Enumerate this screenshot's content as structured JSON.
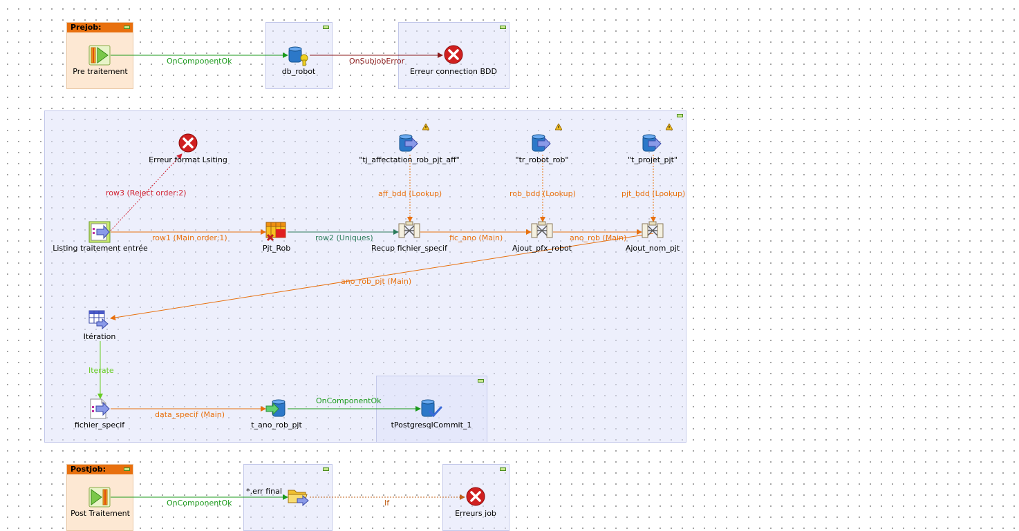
{
  "colors": {
    "main": "#e8700e",
    "ok": "#1a9a1a",
    "error": "#8b1a1a",
    "reject": "#d02030",
    "lookup": "#e8700e",
    "iterate": "#66cc22",
    "uniques": "#2a7a5a",
    "subjob_bg": "#dee2fa",
    "header_bg": "#e8700e"
  },
  "subjobs": {
    "prejob": {
      "title": "Prejob:"
    },
    "postjob": {
      "title": "Postjob:"
    }
  },
  "components": {
    "pre_traitement": {
      "label": "Pre traitement",
      "icon": "prejob-start-icon"
    },
    "db_robot": {
      "label": "db_robot",
      "icon": "db-connection-icon"
    },
    "erreur_connection_bdd": {
      "label": "Erreur connection BDD",
      "icon": "die-error-icon"
    },
    "erreur_format": {
      "label": "Erreur format Lsiting",
      "icon": "die-error-icon"
    },
    "tj_affectation": {
      "label": "\"tj_affectation_rob_pjt_aff\"",
      "icon": "db-input-icon"
    },
    "tr_robot": {
      "label": "\"tr_robot_rob\"",
      "icon": "db-input-icon"
    },
    "t_projet": {
      "label": "\"t_projet_pjt\"",
      "icon": "db-input-icon"
    },
    "listing": {
      "label": "Listing traitement entrée",
      "icon": "file-input-icon"
    },
    "pjt_rob": {
      "label": "Pjt_Rob",
      "icon": "unique-rows-icon"
    },
    "recup": {
      "label": "Recup fichier_specif",
      "icon": "tmap-icon"
    },
    "ajout_pfx": {
      "label": "Ajout_pfx_robot",
      "icon": "tmap-icon"
    },
    "ajout_nom": {
      "label": "Ajout_nom_pjt",
      "icon": "tmap-icon"
    },
    "iteration": {
      "label": "Itération",
      "icon": "flow-to-iterate-icon"
    },
    "fichier_specif": {
      "label": "fichier_specif",
      "icon": "file-input-icon"
    },
    "t_ano": {
      "label": "t_ano_rob_pjt",
      "icon": "db-output-icon"
    },
    "tpostgres": {
      "label": "tPostgresqlCommit_1",
      "icon": "db-commit-icon"
    },
    "post_traitement": {
      "label": "Post Traitement",
      "icon": "postjob-end-icon"
    },
    "file_list": {
      "label": "*.err final",
      "icon": "file-list-icon"
    },
    "erreurs_job": {
      "label": "Erreurs job",
      "icon": "die-error-icon"
    }
  },
  "connections": {
    "c1": "OnComponentOk",
    "c2": "OnSubjobError",
    "c3": "row3 (Reject order:2)",
    "c4": "row1 (Main order:1)",
    "c5": "row2 (Uniques)",
    "c6": "fic_ano (Main)",
    "c7": "ano_rob (Main)",
    "c8": "aff_bdd (Lookup)",
    "c9": "rob_bdd (Lookup)",
    "c10": "pjt_bdd (Lookup)",
    "c11": "ano_rob_pjt (Main)",
    "c12": "Iterate",
    "c13": "data_specif (Main)",
    "c14": "OnComponentOk",
    "c15": "OnComponentOk",
    "c16": "If"
  }
}
